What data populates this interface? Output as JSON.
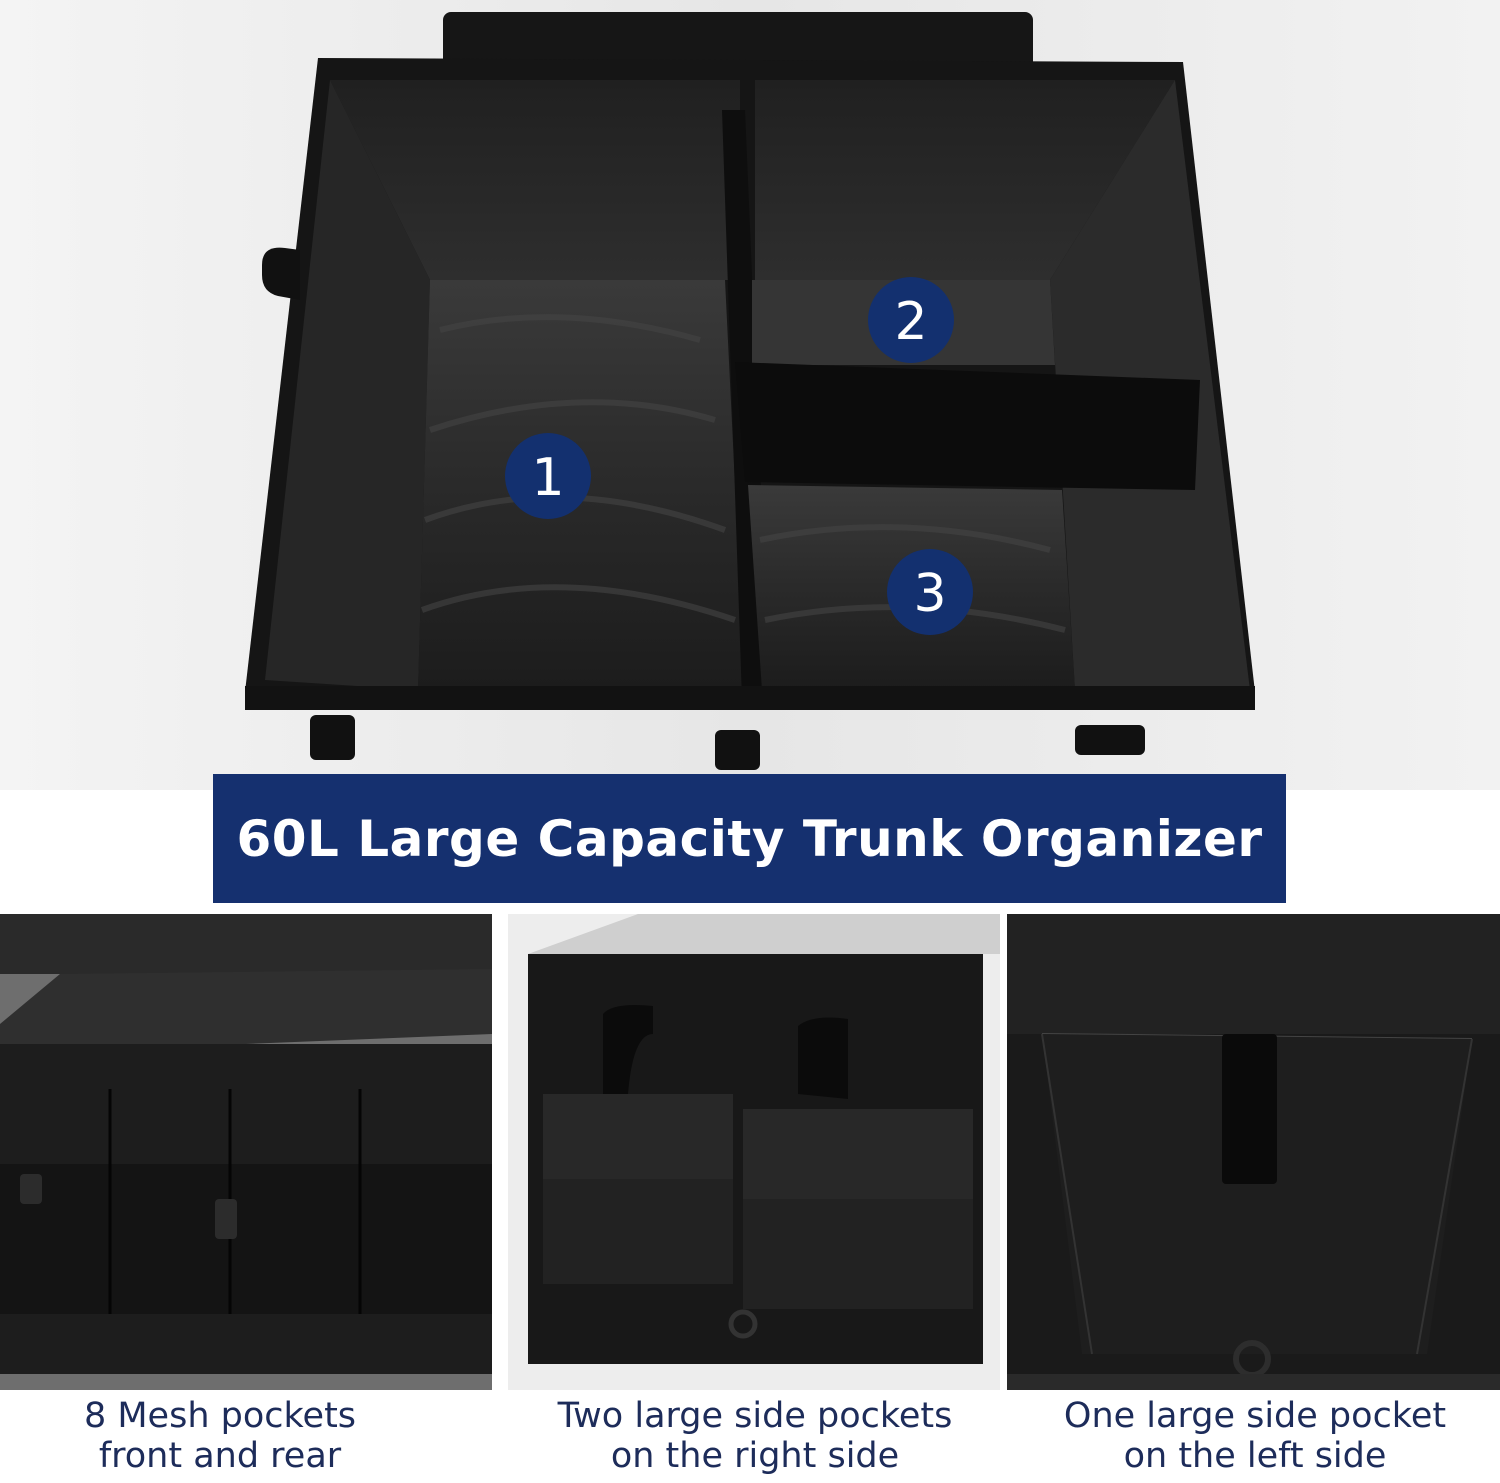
{
  "banner": {
    "title": "60L Large Capacity Trunk Organizer",
    "color": "#15306f"
  },
  "compartments": [
    {
      "label": "1"
    },
    {
      "label": "2"
    },
    {
      "label": "3"
    }
  ],
  "captions": [
    {
      "line1": "8 Mesh pockets",
      "line2": "front and rear"
    },
    {
      "line1": "Two large side pockets",
      "line2": "on the right side"
    },
    {
      "line1": "One large side pocket",
      "line2": "on the left side"
    }
  ],
  "colors": {
    "badge": "#13306f",
    "caption_text": "#1d2c5a",
    "fabric": "#1b1b1b"
  }
}
